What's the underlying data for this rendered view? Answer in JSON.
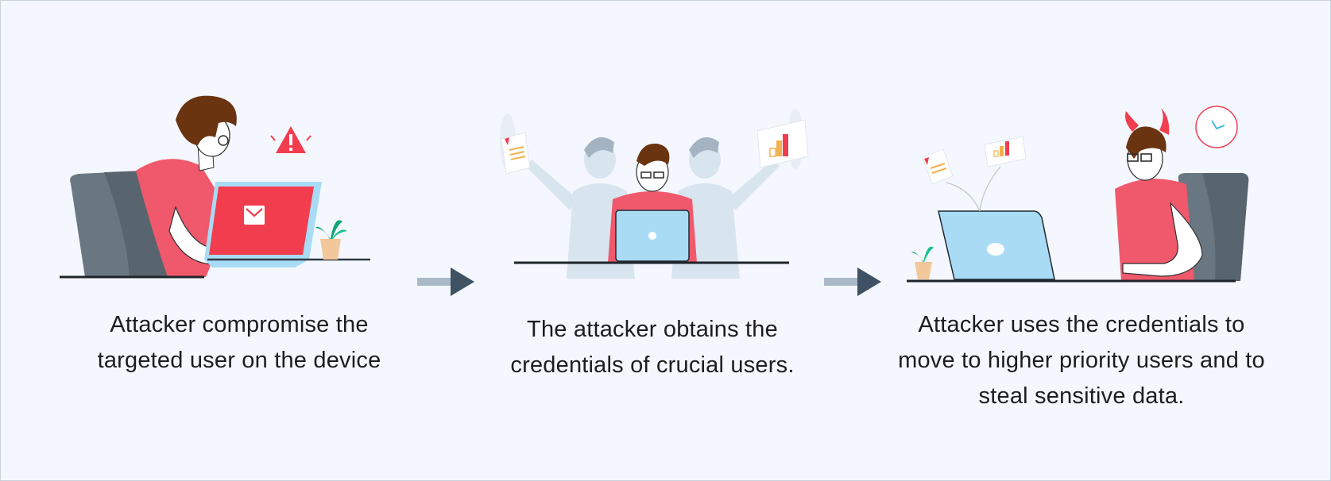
{
  "steps": [
    {
      "lines": [
        "Attacker compromise the",
        "targeted user on the device"
      ],
      "icon": "laptop-mail-alert"
    },
    {
      "lines": [
        "The attacker obtains the",
        "credentials of crucial users."
      ],
      "icon": "credential-theft"
    },
    {
      "lines": [
        "Attacker uses the credentials to",
        "move to higher priority users and to",
        "steal sensitive data."
      ],
      "icon": "lateral-movement"
    }
  ],
  "colors": {
    "background": "#f4f7fd",
    "accent_red": "#f23d4f",
    "shirt": "#f0596b",
    "laptop_blue": "#a9dbf5",
    "arrow_dark": "#3e5264",
    "arrow_light": "#a9b9c7"
  }
}
